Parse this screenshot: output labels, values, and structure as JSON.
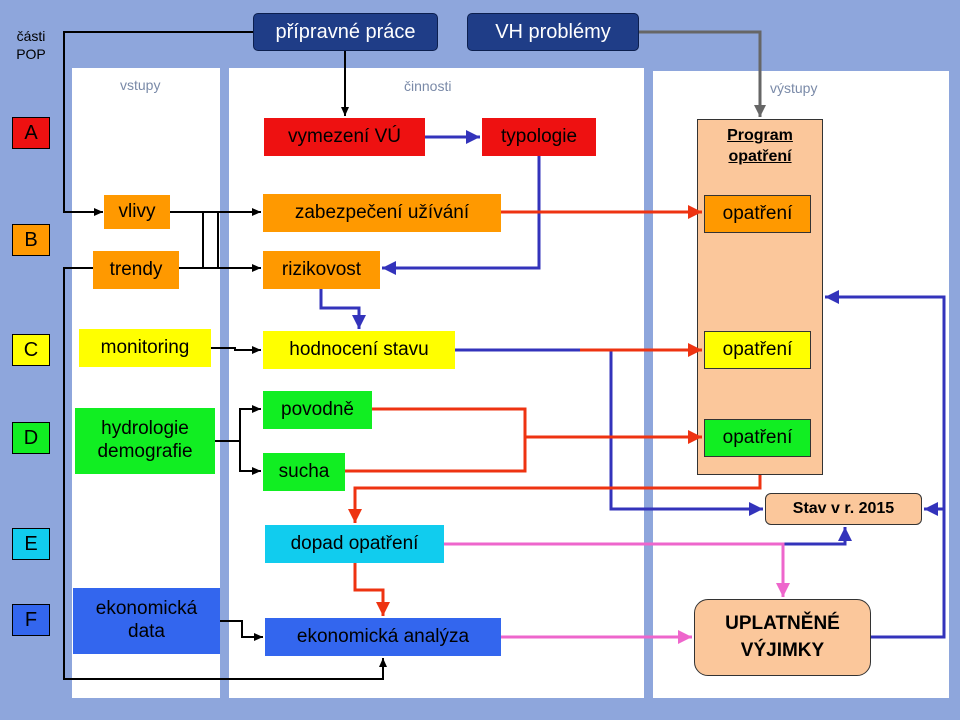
{
  "side_label": "části\nPOP",
  "panels": {
    "inputs": "vstupy",
    "activities": "činnosti",
    "outputs": "výstupy"
  },
  "top": {
    "preparatory": "přípravné práce",
    "vh_problems": "VH problémy"
  },
  "parts": [
    "A",
    "B",
    "C",
    "D",
    "E",
    "F"
  ],
  "inputs": {
    "vlivy": "vlivy",
    "trendy": "trendy",
    "monitoring": "monitoring",
    "hydrologie": "hydrologie\ndemografie",
    "ekonomicka_data": "ekonomická\ndata"
  },
  "activities": {
    "vymezeni": "vymezení VÚ",
    "typologie": "typologie",
    "zabezpeceni": "zabezpečení užívání",
    "rizikovost": "rizikovost",
    "hodnoceni": "hodnocení stavu",
    "povodne": "povodně",
    "sucha": "sucha",
    "dopad": "dopad opatření",
    "ekonomicka_analyza": "ekonomická analýza"
  },
  "outputs": {
    "program_title": "Program\nopatření",
    "measures": [
      "opatření",
      "opatření",
      "opatření"
    ],
    "stav": "Stav v r. 2015",
    "vyjimky": "UPLATNĚNÉ\nVÝJIMKY"
  },
  "colors": {
    "background": "#8ea6dc",
    "red_arrow": "#ee3311",
    "blue_arrow": "#3333bb",
    "pink_arrow": "#ee66cc",
    "program_fill": "#fbc79b"
  }
}
